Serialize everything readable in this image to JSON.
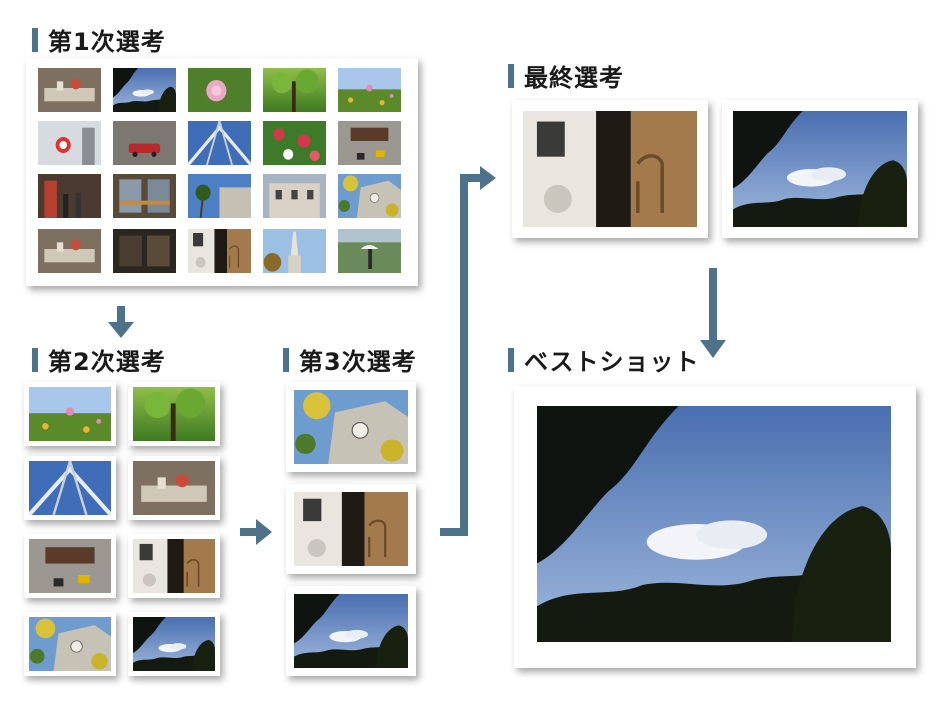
{
  "sections": {
    "round1": {
      "label": "第1次選考"
    },
    "round2": {
      "label": "第2次選考"
    },
    "round3": {
      "label": "第3次選考"
    },
    "final": {
      "label": "最終選考"
    },
    "best": {
      "label": "ベストショット"
    }
  },
  "colors": {
    "accent": "#4e7289",
    "heading_text": "#1a1a1a"
  },
  "round1_photos": [
    "table-still-life",
    "sky-silhouette",
    "pink-rose",
    "green-tree",
    "cosmos-field",
    "target-building",
    "red-car",
    "steel-arch",
    "red-flowers",
    "tram-street",
    "street-crowd",
    "window-reflection",
    "palm-building",
    "old-building",
    "clock-tower",
    "table-still-life-2",
    "shop-window",
    "white-door",
    "church-spire",
    "umbrella-walker"
  ],
  "round2_photos": [
    "cosmos-field",
    "green-tree",
    "steel-arch",
    "table-still-life",
    "tram-street",
    "white-door",
    "clock-tower",
    "sky-silhouette"
  ],
  "round3_photos": [
    "clock-tower",
    "white-door",
    "sky-silhouette"
  ],
  "final_photos": [
    "white-door",
    "sky-silhouette"
  ],
  "best_photo": "sky-silhouette"
}
